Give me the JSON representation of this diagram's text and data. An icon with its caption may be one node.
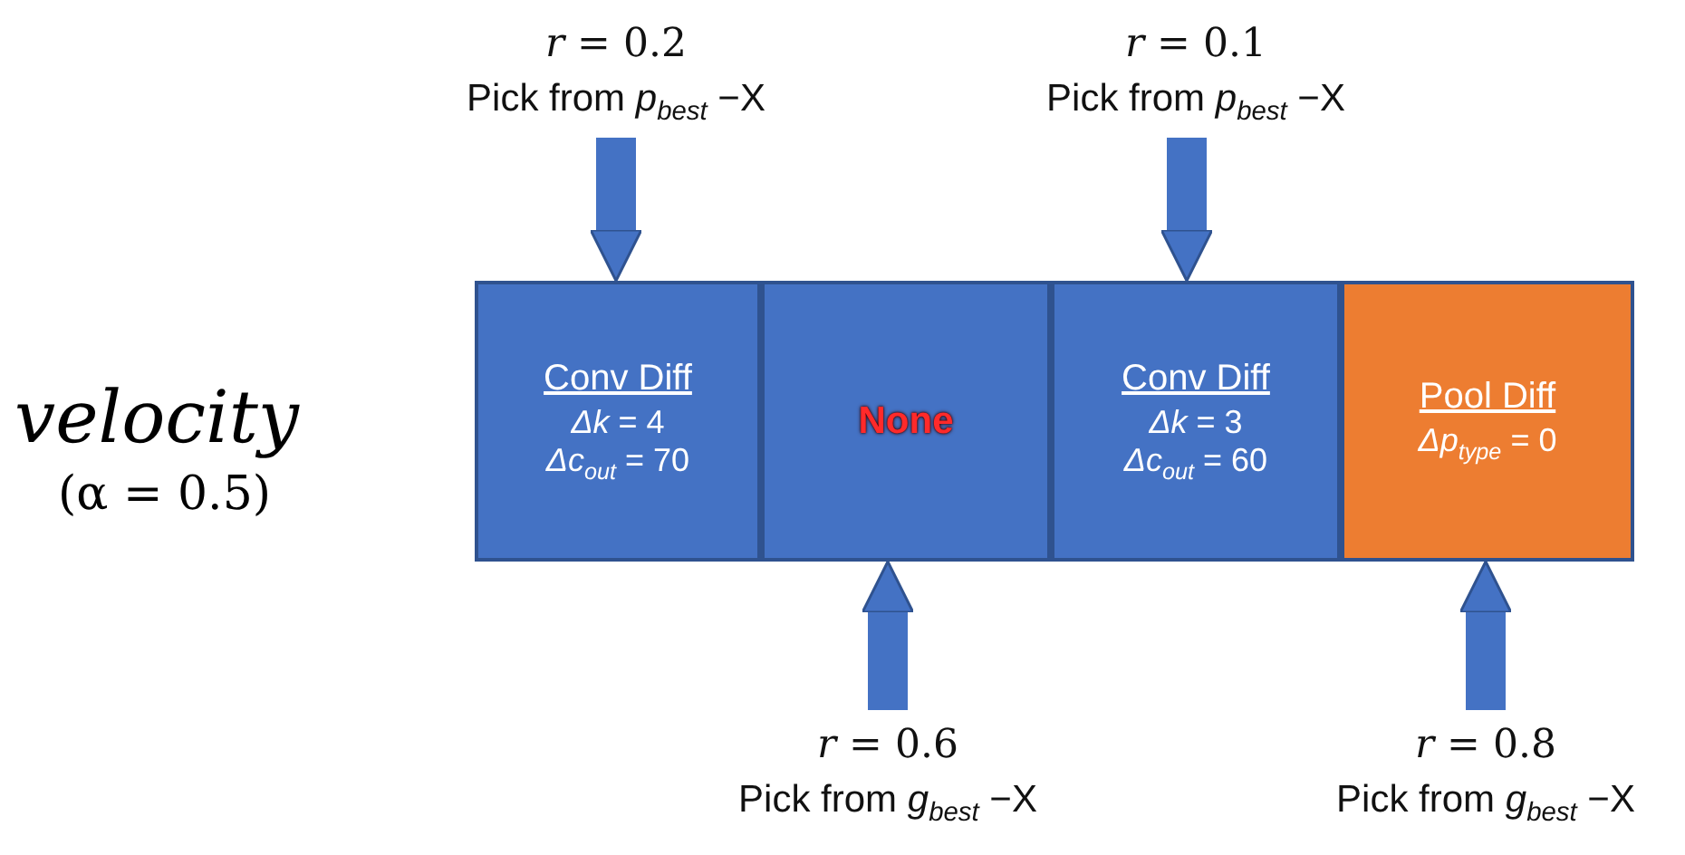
{
  "diagram": {
    "nodes": [
      {
        "text": [
          "*r* = 0.2",
          "Pick from *p*$_{best}$ −X"
        ]
      },
      {
        "text": [
          "*r* = 0.1",
          "Pick from *p*$_{best}$ −X"
        ]
      },
      {
        "text": [
          "Conv Diff",
          "*Δk* = 4",
          "*Δc*$_{out}$ = 70"
        ]
      },
      {
        "text": [
          "None"
        ]
      },
      {
        "text": [
          "Conv Diff",
          "*Δk* = 3",
          "*Δc*$_{out}$ = 60"
        ]
      },
      {
        "text": [
          "Pool Diff",
          "*Δp*$_{type}$ = 0"
        ]
      },
      {
        "text": [
          "*r* = 0.6",
          "Pick from *g*$_{best}$ −X"
        ]
      },
      {
        "text": [
          "*r* = 0.8",
          "Pick from *g*$_{best}$ −X"
        ]
      }
    ],
    "edges": [
      {
        "from": 0,
        "to": 2,
        "arrow": "to"
      },
      {
        "from": 1,
        "to": 4,
        "arrow": "to"
      },
      {
        "from": 6,
        "to": 3,
        "arrow": "to"
      },
      {
        "from": 7,
        "to": 5,
        "arrow": "to"
      }
    ],
    "labels": [
      "velocity",
      "(α = 0.5)"
    ]
  }
}
